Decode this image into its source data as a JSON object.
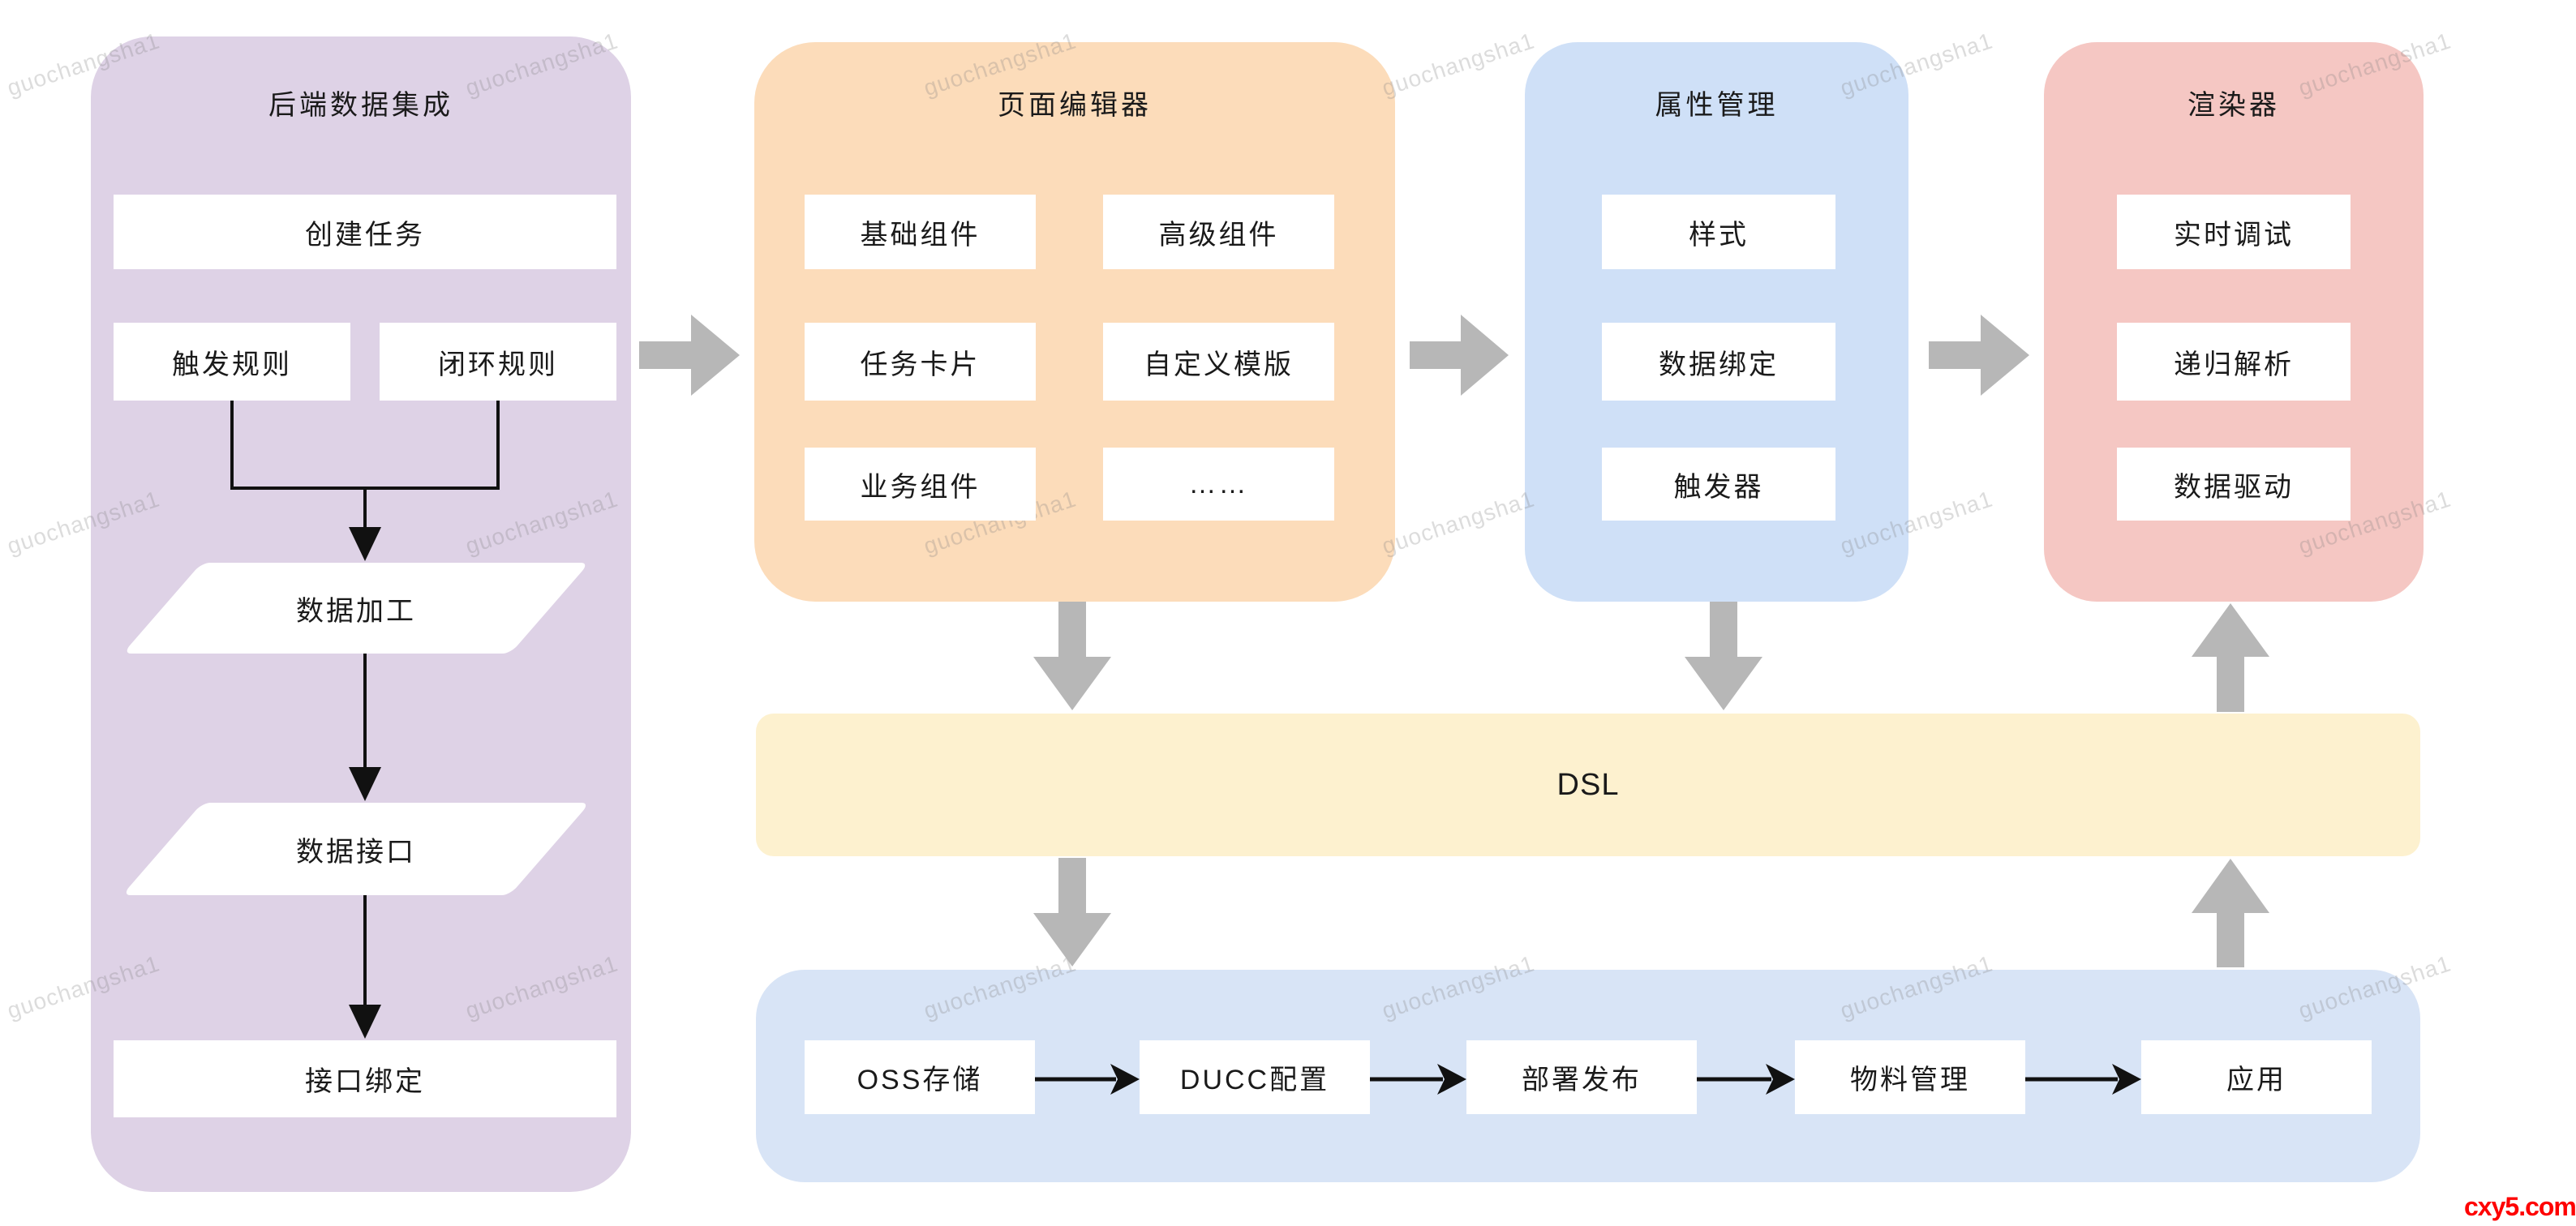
{
  "watermark": {
    "text": "guochangsha1"
  },
  "site_credit": {
    "text": "cxy5.com",
    "color": "#fe0000"
  },
  "colors": {
    "backend_bg": "#ded2e6",
    "editor_bg": "#fcdcba",
    "properties_bg": "#cfe0f7",
    "renderer_bg": "#f5c7c3",
    "dsl_bg": "#fdf1cf",
    "pipeline_bg": "#d8e4f6",
    "arrow_gray": "#b7b7b7",
    "line_black": "#111111",
    "box_bg": "#ffffff",
    "text": "#1a1a1a"
  },
  "backend": {
    "title": "后端数据集成",
    "create_task": "创建任务",
    "trigger_rule": "触发规则",
    "closed_loop_rule": "闭环规则",
    "data_processing": "数据加工",
    "data_interface": "数据接口",
    "interface_binding": "接口绑定"
  },
  "editor": {
    "title": "页面编辑器",
    "items": [
      "基础组件",
      "高级组件",
      "任务卡片",
      "自定义模版",
      "业务组件",
      "……"
    ]
  },
  "properties": {
    "title": "属性管理",
    "items": [
      "样式",
      "数据绑定",
      "触发器"
    ]
  },
  "renderer": {
    "title": "渲染器",
    "items": [
      "实时调试",
      "递归解析",
      "数据驱动"
    ]
  },
  "dsl": {
    "label": "DSL"
  },
  "pipeline": {
    "items": [
      "OSS存储",
      "DUCC配置",
      "部署发布",
      "物料管理",
      "应用"
    ]
  }
}
